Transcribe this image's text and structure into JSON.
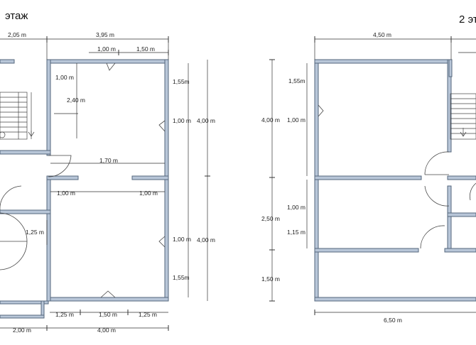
{
  "plans": [
    {
      "title": "этаж",
      "dimensions": [
        "2,05 m",
        "3,95 m",
        "1,00 m",
        "1,50 m",
        "1,55m",
        "1,00 m",
        "4,00 m",
        "1,00 m",
        "2,40 m",
        "1,70 m",
        "1,00 m",
        "1,00 m",
        "1,25 m",
        "1,00 m",
        "4,00 m",
        "1,55m",
        "1,25 m",
        "1,50 m",
        "1,25 m",
        "2,00 m",
        "4,00 m"
      ]
    },
    {
      "title": "2 эт",
      "dimensions": [
        "4,50 m",
        "1,55m",
        "4,00 m",
        "1,00 m",
        "1,00 m",
        "2,50 m",
        "1,15 m",
        "1,50 m",
        "6,50 m"
      ]
    }
  ]
}
